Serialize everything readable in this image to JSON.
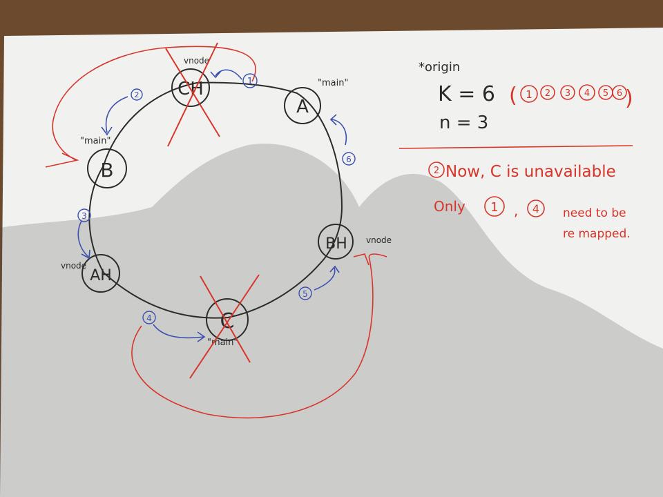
{
  "colors": {
    "table": "#6b4a2e",
    "paper": "#f2f2f0",
    "pencil": "#2b2b2b",
    "red_pen": "#d8352a",
    "blue_pen": "#3b4fb0"
  },
  "nodes": {
    "ch_label": "CH",
    "a_label": "A",
    "b_label": "B",
    "bh_label": "BH",
    "ah_label": "AH",
    "c_label": "C"
  },
  "tags": {
    "ch_tag": "vnode",
    "a_tag": "\"main\"",
    "b_tag": "\"main\"",
    "bh_tag": "vnode",
    "ah_tag": "vnode",
    "c_tag": "\"main\""
  },
  "keys": [
    "1",
    "2",
    "3",
    "4",
    "5",
    "6"
  ],
  "notes": {
    "origin": "*origin",
    "k_line": "K = 6",
    "k_list": [
      "1",
      "2",
      "3",
      "4",
      "5",
      "6"
    ],
    "n_line": "n = 3",
    "now_marker": "2",
    "now_line": "Now, C is unavailable",
    "only_word": "Only",
    "only_key_1": "1",
    "only_key_4": "4",
    "remap_1": "need to be",
    "remap_2": "re mapped."
  }
}
